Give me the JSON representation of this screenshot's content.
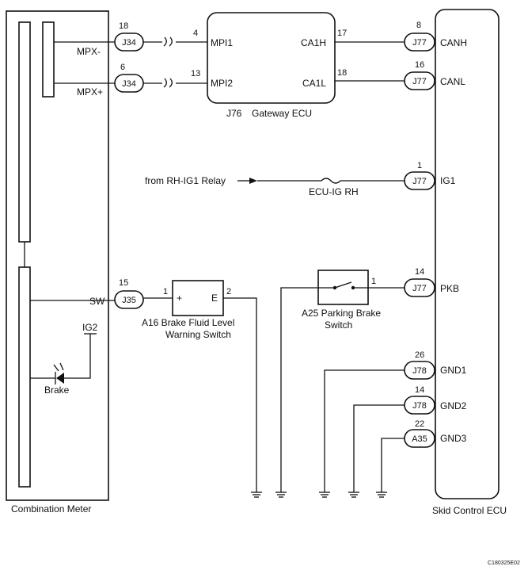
{
  "meter": {
    "label": "Combination Meter",
    "mpx_minus": "MPX-",
    "mpx_plus": "MPX+",
    "sw": "SW",
    "ig2": "IG2",
    "brake": "Brake"
  },
  "gateway": {
    "id": "J76",
    "name": "Gateway ECU",
    "mpi1": "MPI1",
    "mpi2": "MPI2",
    "ca1h": "CA1H",
    "ca1l": "CA1L"
  },
  "skid": {
    "label": "Skid Control ECU",
    "canh": "CANH",
    "canl": "CANL",
    "ig1": "IG1",
    "pkb": "PKB",
    "gnd1": "GND1",
    "gnd2": "GND2",
    "gnd3": "GND3"
  },
  "connectors": {
    "j34_a": "J34",
    "j34_b": "J34",
    "j77_canh": "J77",
    "j77_canl": "J77",
    "j77_ig1": "J77",
    "j77_pkb": "J77",
    "j35": "J35",
    "j78_gnd1": "J78",
    "j78_gnd2": "J78",
    "a35": "A35"
  },
  "pins": {
    "j34_a": "18",
    "j34_b": "6",
    "mpi1": "4",
    "mpi2": "13",
    "ca1h": "17",
    "ca1l": "18",
    "canh": "8",
    "canl": "16",
    "ig1": "1",
    "pkb": "14",
    "park_sw": "1",
    "sw": "15",
    "fluid_plus": "1",
    "fluid_e": "2",
    "gnd1": "26",
    "gnd2": "14",
    "gnd3": "22"
  },
  "relay": {
    "from": "from RH-IG1 Relay",
    "fuse": "ECU-IG RH"
  },
  "fluid_switch": {
    "plus": "+",
    "e": "E",
    "line1": "A16   Brake Fluid Level",
    "line2": "Warning Switch"
  },
  "parking_switch": {
    "line1": "A25  Parking Brake",
    "line2": "Switch"
  },
  "figure_code": "C180325E02"
}
